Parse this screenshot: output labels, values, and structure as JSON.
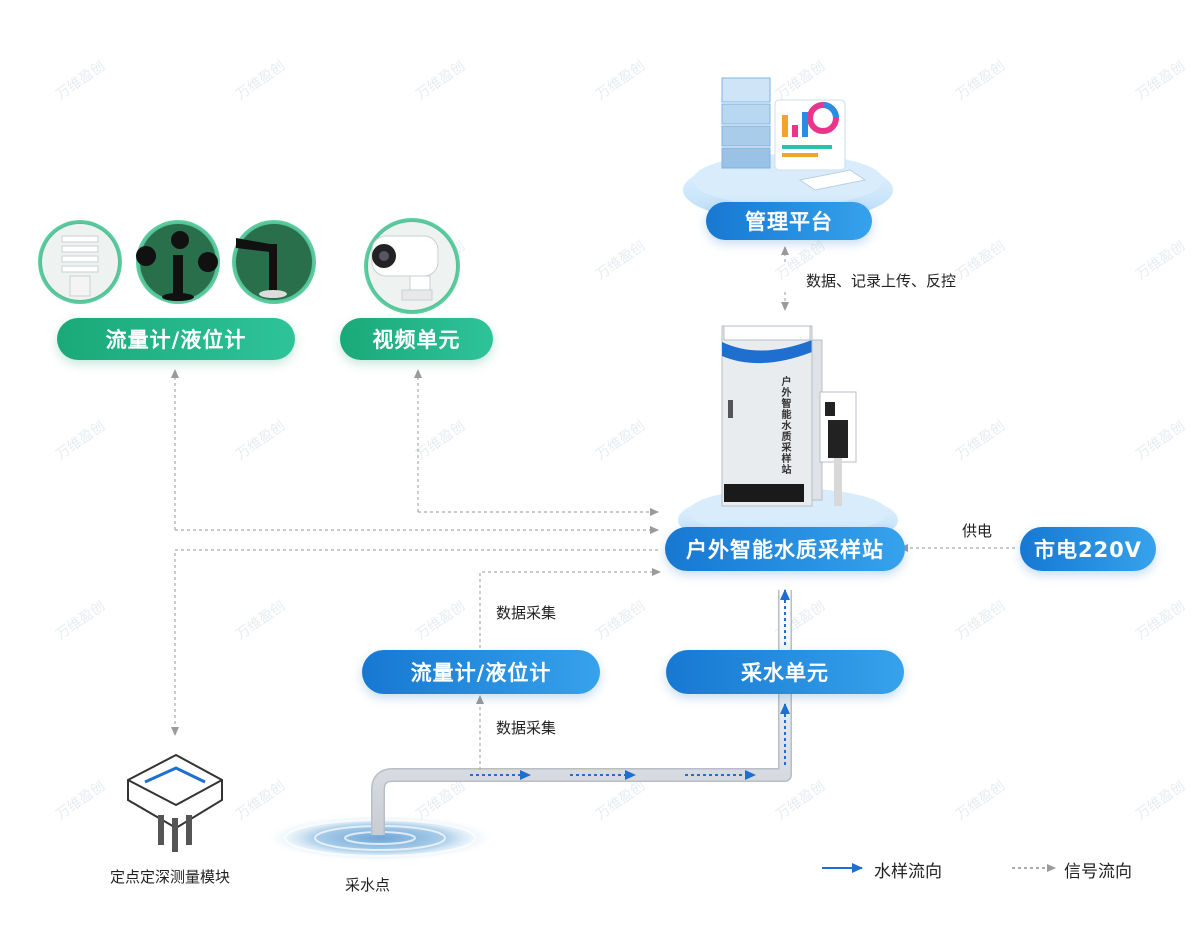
{
  "colors": {
    "green": "#1fb083",
    "blue": "#1f85dc",
    "signal": "#aaaaaa",
    "water": "#1e6fd0"
  },
  "watermark": "万维盈创",
  "nodes": {
    "management": "管理平台",
    "flow_top": "流量计/液位计",
    "video": "视频单元",
    "station": "户外智能水质采样站",
    "mains": "市电220V",
    "flow_mid": "流量计/液位计",
    "sampling_unit": "采水单元",
    "depth_module": "定点定深测量模块",
    "sampling_point": "采水点"
  },
  "cabinet_text": "户外智能水质采样站",
  "edges": {
    "mgmt_link": "数据、记录上传、反控",
    "power": "供电",
    "data_collect_upper": "数据采集",
    "data_collect_lower": "数据采集"
  },
  "legend": {
    "water_flow": "水样流向",
    "signal_flow": "信号流向"
  }
}
